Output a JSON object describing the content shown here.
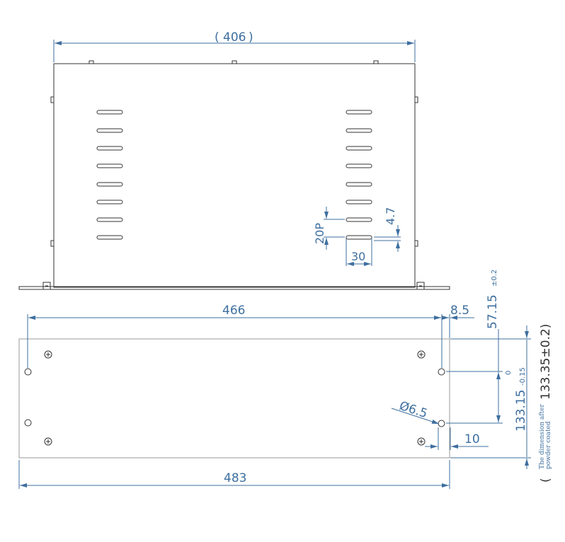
{
  "drawing": {
    "top_view": {
      "overall_width": "406",
      "slot_pitch": "20P",
      "slot_height": "4.7",
      "slot_length": "30"
    },
    "front_view": {
      "hole_span": "466",
      "edge_offset": "8.5",
      "hole_spacing": "57.15",
      "hole_spacing_tol": "±0.2",
      "panel_height": "133.15",
      "panel_height_tol_upper": "0",
      "panel_height_tol_lower": "-0.15",
      "hole_diameter": "Ø6.5",
      "hole_edge_distance": "10",
      "overall_width": "483"
    },
    "coated_note": {
      "line1": "The dimension after",
      "line2": "powder coated",
      "open_paren": "(",
      "value": "133.35±0.2)"
    }
  },
  "colors": {
    "outline": "#333333",
    "dimension": "#3e6f9f",
    "background": "#ffffff"
  }
}
